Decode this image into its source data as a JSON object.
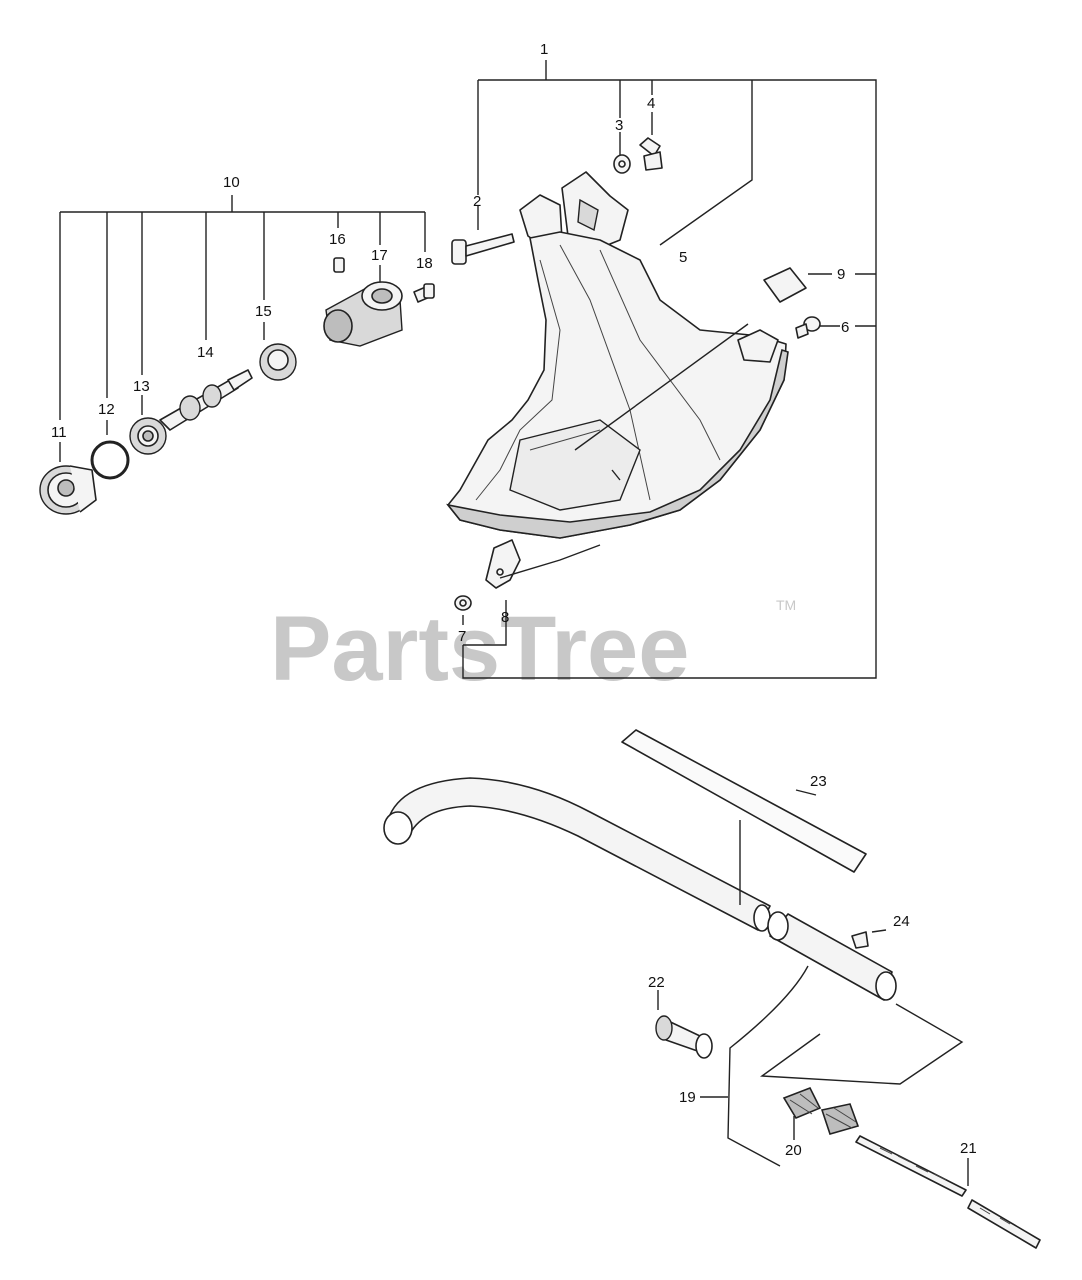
{
  "watermark": {
    "brand": "PartsTree",
    "trademark": "TM"
  },
  "callouts": {
    "c1": "1",
    "c2": "2",
    "c3": "3",
    "c4": "4",
    "c5": "5",
    "c6": "6",
    "c7": "7",
    "c8": "8",
    "c9": "9",
    "c10": "10",
    "c11": "11",
    "c12": "12",
    "c13": "13",
    "c14": "14",
    "c15": "15",
    "c16": "16",
    "c17": "17",
    "c18": "18",
    "c19": "19",
    "c20": "20",
    "c21": "21",
    "c22": "22",
    "c23": "23",
    "c24": "24"
  }
}
